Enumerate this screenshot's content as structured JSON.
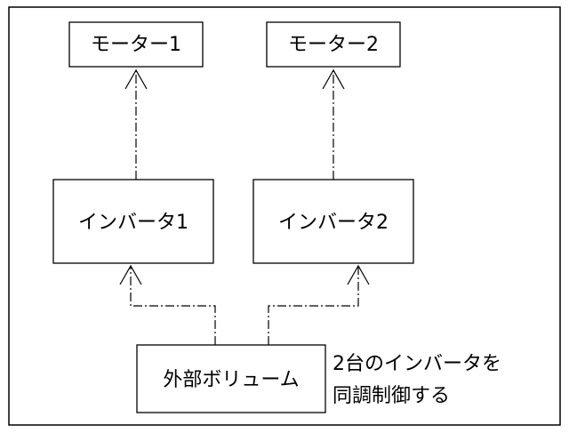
{
  "diagram": {
    "nodes": {
      "motor1": "モーター1",
      "motor2": "モーター2",
      "inverter1": "インバータ1",
      "inverter2": "インバータ2",
      "volume": "外部ボリューム"
    },
    "note": {
      "line1": "2台のインバータを",
      "line2": "同調制御する"
    },
    "edges": [
      {
        "from": "inverter1",
        "to": "motor1",
        "style": "dash-dot",
        "arrow": "open"
      },
      {
        "from": "inverter2",
        "to": "motor2",
        "style": "dash-dot",
        "arrow": "open"
      },
      {
        "from": "volume",
        "to": "inverter1",
        "style": "dash-dot",
        "arrow": "open"
      },
      {
        "from": "volume",
        "to": "inverter2",
        "style": "dash-dot",
        "arrow": "open"
      }
    ]
  }
}
